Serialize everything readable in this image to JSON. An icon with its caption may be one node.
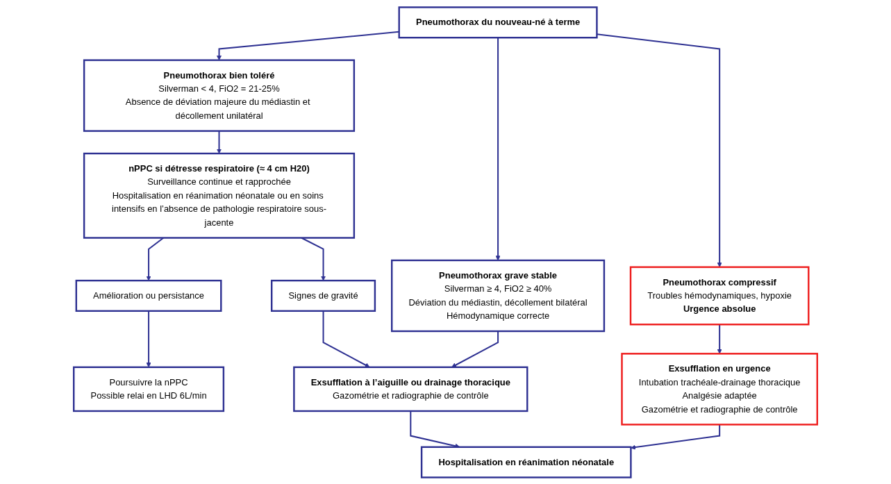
{
  "diagram": {
    "nodes": [
      {
        "text": [
          "Pneumothorax du nouveau-né à terme"
        ]
      },
      {
        "text": [
          "Pneumothorax bien toléré",
          "Silverman < 4, FiO2 = 21-25%",
          "Absence de déviation majeure du médiastin et décollement unilatéral"
        ]
      },
      {
        "text": [
          "Pneumothorax grave stable",
          "Silverman ≥ 4, FiO2 ≥ 40%",
          "Déviation du médiastin, décollement bilatéral",
          "Hémodynamique correcte"
        ]
      },
      {
        "text": [
          "Pneumothorax compressif",
          "Troubles hémodynamiques, hypoxie",
          "Urgence absolue"
        ]
      },
      {
        "text": [
          "nPPC si détresse respiratoire (≈ 4 cm H20)",
          "Surveillance continue et rapprochée",
          "Hospitalisation en réanimation néonatale ou en soins intensifs en l’absence de pathologie respiratoire sous-jacente"
        ]
      },
      {
        "text": [
          "Exsufflation à l’aiguille ou drainage thoracique",
          "Gazométrie et radiographie de contrôle"
        ]
      },
      {
        "text": [
          "Amélioration ou persistance"
        ]
      },
      {
        "text": [
          "Signes de gravité"
        ]
      },
      {
        "text": [
          "Exsufflation en urgence",
          "Intubation trachéale-drainage thoracique",
          "Analgésie adaptée",
          "Gazométrie et radiographie de contrôle"
        ]
      },
      {
        "text": [
          "Poursuivre la nPPC",
          "Possible relai en LHD 6L/min"
        ]
      },
      {
        "text": [
          "Hospitalisation en réanimation néonatale"
        ]
      }
    ],
    "edges": [
      {
        "from": 0,
        "to": 1,
        "arrow": "to"
      },
      {
        "from": 0,
        "to": 2,
        "arrow": "to"
      },
      {
        "from": 0,
        "to": 3,
        "arrow": "to"
      },
      {
        "from": 1,
        "to": 4,
        "arrow": "to"
      },
      {
        "from": 2,
        "to": 5,
        "arrow": "to"
      },
      {
        "from": 3,
        "to": 8,
        "arrow": "to"
      },
      {
        "from": 4,
        "to": 6,
        "arrow": "to"
      },
      {
        "from": 4,
        "to": 7,
        "arrow": "to"
      },
      {
        "from": 7,
        "to": 5,
        "arrow": "to"
      },
      {
        "from": 6,
        "to": 9,
        "arrow": "to"
      },
      {
        "from": 5,
        "to": 10,
        "arrow": "to"
      },
      {
        "from": 8,
        "to": 10,
        "arrow": "to"
      }
    ]
  }
}
